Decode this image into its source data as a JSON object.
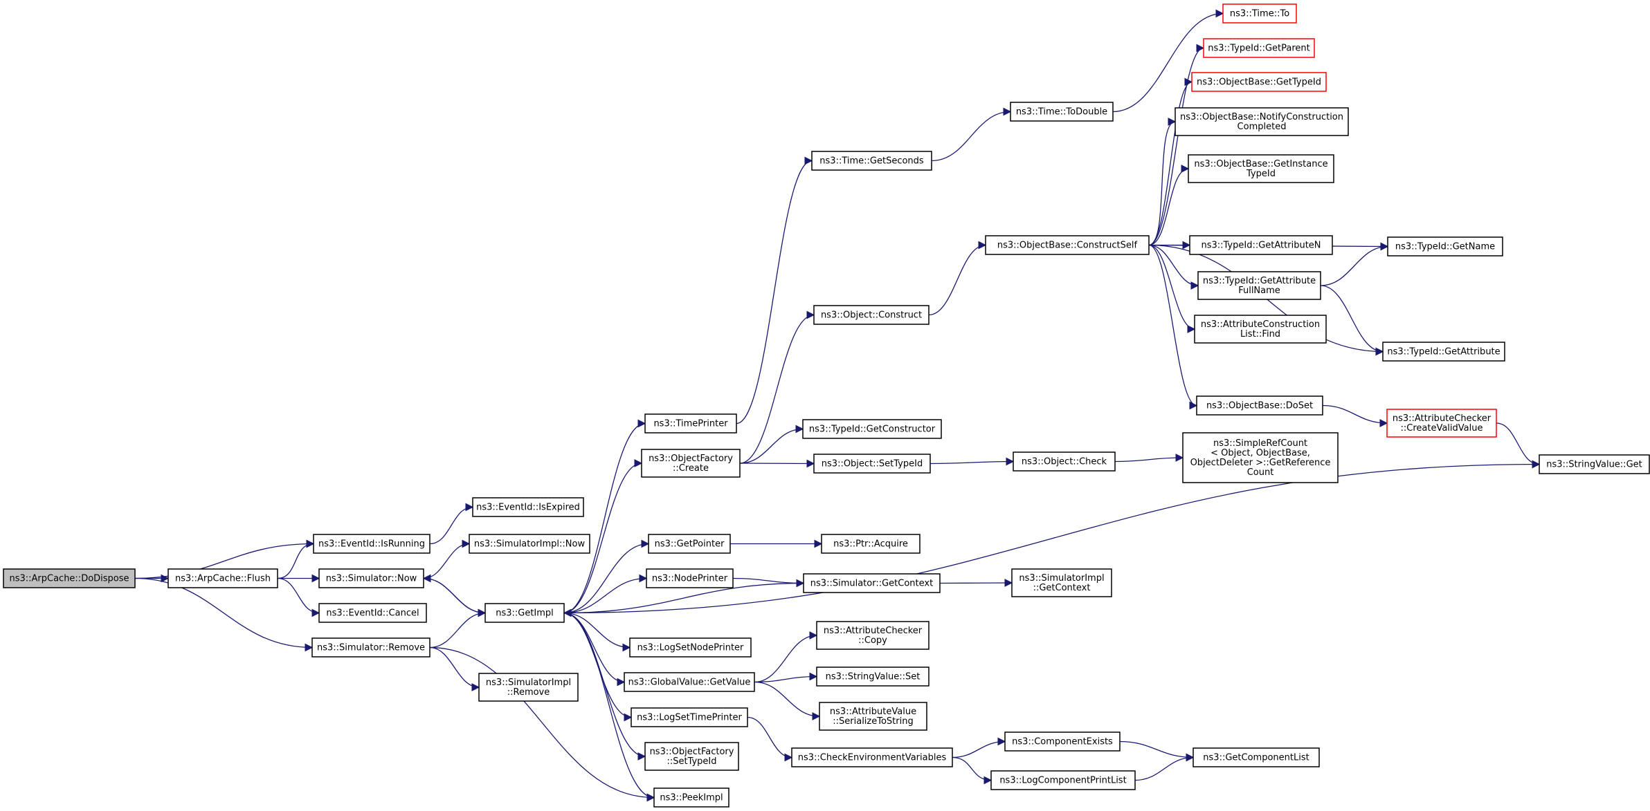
{
  "nodes": [
    {
      "id": "dodispose",
      "lines": [
        "ns3::ArpCache::DoDispose"
      ],
      "root": true
    },
    {
      "id": "flush",
      "lines": [
        "ns3::ArpCache::Flush"
      ]
    },
    {
      "id": "isrunning",
      "lines": [
        "ns3::EventId::IsRunning"
      ]
    },
    {
      "id": "isexpired",
      "lines": [
        "ns3::EventId::IsExpired"
      ]
    },
    {
      "id": "simnow",
      "lines": [
        "ns3::Simulator::Now"
      ]
    },
    {
      "id": "simimplnow",
      "lines": [
        "ns3::SimulatorImpl::Now"
      ]
    },
    {
      "id": "cancel",
      "lines": [
        "ns3::EventId::Cancel"
      ]
    },
    {
      "id": "simremove",
      "lines": [
        "ns3::Simulator::Remove"
      ]
    },
    {
      "id": "simimplremove",
      "lines": [
        "ns3::SimulatorImpl",
        "::Remove"
      ]
    },
    {
      "id": "getimpl",
      "lines": [
        "ns3::GetImpl"
      ]
    },
    {
      "id": "timeprinter",
      "lines": [
        "ns3::TimePrinter"
      ]
    },
    {
      "id": "ofcreate",
      "lines": [
        "ns3::ObjectFactory",
        "::Create"
      ]
    },
    {
      "id": "getpointer",
      "lines": [
        "ns3::GetPointer"
      ]
    },
    {
      "id": "nodeprinter",
      "lines": [
        "ns3::NodePrinter"
      ]
    },
    {
      "id": "logsetnodeprinter",
      "lines": [
        "ns3::LogSetNodePrinter"
      ]
    },
    {
      "id": "gvgetvalue",
      "lines": [
        "ns3::GlobalValue::GetValue"
      ]
    },
    {
      "id": "logsettimeprinter",
      "lines": [
        "ns3::LogSetTimePrinter"
      ]
    },
    {
      "id": "ofsettypeid",
      "lines": [
        "ns3::ObjectFactory",
        "::SetTypeId"
      ]
    },
    {
      "id": "peekimpl",
      "lines": [
        "ns3::PeekImpl"
      ]
    },
    {
      "id": "getseconds",
      "lines": [
        "ns3::Time::GetSeconds"
      ]
    },
    {
      "id": "objconstruct",
      "lines": [
        "ns3::Object::Construct"
      ]
    },
    {
      "id": "getconstructor",
      "lines": [
        "ns3::TypeId::GetConstructor"
      ]
    },
    {
      "id": "objsettypeid",
      "lines": [
        "ns3::Object::SetTypeId"
      ]
    },
    {
      "id": "ptracquire",
      "lines": [
        "ns3::Ptr::Acquire"
      ]
    },
    {
      "id": "simgetcontext",
      "lines": [
        "ns3::Simulator::GetContext"
      ]
    },
    {
      "id": "accopy",
      "lines": [
        "ns3::AttributeChecker",
        "::Copy"
      ]
    },
    {
      "id": "svset",
      "lines": [
        "ns3::StringValue::Set"
      ]
    },
    {
      "id": "avserialize",
      "lines": [
        "ns3::AttributeValue",
        "::SerializeToString"
      ]
    },
    {
      "id": "checkenv",
      "lines": [
        "ns3::CheckEnvironmentVariables"
      ]
    },
    {
      "id": "todouble",
      "lines": [
        "ns3::Time::ToDouble"
      ]
    },
    {
      "id": "constructself",
      "lines": [
        "ns3::ObjectBase::ConstructSelf"
      ]
    },
    {
      "id": "objcheck",
      "lines": [
        "ns3::Object::Check"
      ]
    },
    {
      "id": "simimplgetcontext",
      "lines": [
        "ns3::SimulatorImpl",
        "::GetContext"
      ]
    },
    {
      "id": "componentexists",
      "lines": [
        "ns3::ComponentExists"
      ]
    },
    {
      "id": "logcompprintlist",
      "lines": [
        "ns3::LogComponentPrintList"
      ]
    },
    {
      "id": "timeto",
      "lines": [
        "ns3::Time::To"
      ],
      "red": true
    },
    {
      "id": "getparent",
      "lines": [
        "ns3::TypeId::GetParent"
      ],
      "red": true
    },
    {
      "id": "obgettypeid",
      "lines": [
        "ns3::ObjectBase::GetTypeId"
      ],
      "red": true
    },
    {
      "id": "notifyconstruction",
      "lines": [
        "ns3::ObjectBase::NotifyConstruction",
        "Completed"
      ]
    },
    {
      "id": "getinstancetypeid",
      "lines": [
        "ns3::ObjectBase::GetInstance",
        "TypeId"
      ]
    },
    {
      "id": "getattributen",
      "lines": [
        "ns3::TypeId::GetAttributeN"
      ]
    },
    {
      "id": "getattributefullname",
      "lines": [
        "ns3::TypeId::GetAttribute",
        "FullName"
      ]
    },
    {
      "id": "aclfind",
      "lines": [
        "ns3::AttributeConstruction",
        "List::Find"
      ]
    },
    {
      "id": "obdoset",
      "lines": [
        "ns3::ObjectBase::DoSet"
      ]
    },
    {
      "id": "simplerefcount",
      "lines": [
        "ns3::SimpleRefCount",
        "< Object, ObjectBase,",
        "ObjectDeleter >::GetReference",
        "Count"
      ]
    },
    {
      "id": "getcomponentlist",
      "lines": [
        "ns3::GetComponentList"
      ]
    },
    {
      "id": "typeidgetname",
      "lines": [
        "ns3::TypeId::GetName"
      ]
    },
    {
      "id": "typeidgetattribute",
      "lines": [
        "ns3::TypeId::GetAttribute"
      ]
    },
    {
      "id": "accreatevalid",
      "lines": [
        "ns3::AttributeChecker",
        "::CreateValidValue"
      ],
      "red": true
    },
    {
      "id": "svget",
      "lines": [
        "ns3::StringValue::Get"
      ]
    }
  ],
  "edges": [
    [
      "dodispose",
      "flush"
    ],
    [
      "dodispose",
      "isrunning"
    ],
    [
      "dodispose",
      "simremove"
    ],
    [
      "flush",
      "isrunning"
    ],
    [
      "flush",
      "simnow"
    ],
    [
      "flush",
      "cancel"
    ],
    [
      "isrunning",
      "isexpired"
    ],
    [
      "simnow",
      "simimplnow"
    ],
    [
      "simnow",
      "getimpl"
    ],
    [
      "simremove",
      "getimpl"
    ],
    [
      "simremove",
      "simimplremove"
    ],
    [
      "simremove",
      "peekimpl"
    ],
    [
      "getimpl",
      "simnow"
    ],
    [
      "getimpl",
      "timeprinter"
    ],
    [
      "getimpl",
      "ofcreate"
    ],
    [
      "getimpl",
      "getpointer"
    ],
    [
      "getimpl",
      "nodeprinter"
    ],
    [
      "getimpl",
      "logsetnodeprinter"
    ],
    [
      "getimpl",
      "gvgetvalue"
    ],
    [
      "getimpl",
      "logsettimeprinter"
    ],
    [
      "getimpl",
      "ofsettypeid"
    ],
    [
      "getimpl",
      "peekimpl"
    ],
    [
      "getimpl",
      "svget"
    ],
    [
      "timeprinter",
      "getseconds"
    ],
    [
      "ofcreate",
      "objconstruct"
    ],
    [
      "ofcreate",
      "getconstructor"
    ],
    [
      "ofcreate",
      "objsettypeid"
    ],
    [
      "getpointer",
      "ptracquire"
    ],
    [
      "nodeprinter",
      "simgetcontext"
    ],
    [
      "simgetcontext",
      "getimpl"
    ],
    [
      "simgetcontext",
      "simimplgetcontext"
    ],
    [
      "gvgetvalue",
      "accopy"
    ],
    [
      "gvgetvalue",
      "svset"
    ],
    [
      "gvgetvalue",
      "avserialize"
    ],
    [
      "logsettimeprinter",
      "checkenv"
    ],
    [
      "checkenv",
      "componentexists"
    ],
    [
      "checkenv",
      "logcompprintlist"
    ],
    [
      "componentexists",
      "getcomponentlist"
    ],
    [
      "logcompprintlist",
      "getcomponentlist"
    ],
    [
      "getseconds",
      "todouble"
    ],
    [
      "todouble",
      "timeto"
    ],
    [
      "objconstruct",
      "constructself"
    ],
    [
      "objsettypeid",
      "objcheck"
    ],
    [
      "objcheck",
      "simplerefcount"
    ],
    [
      "constructself",
      "getparent"
    ],
    [
      "constructself",
      "obgettypeid"
    ],
    [
      "constructself",
      "notifyconstruction"
    ],
    [
      "constructself",
      "getinstancetypeid"
    ],
    [
      "constructself",
      "getattributen"
    ],
    [
      "constructself",
      "getattributefullname"
    ],
    [
      "constructself",
      "aclfind"
    ],
    [
      "constructself",
      "obdoset"
    ],
    [
      "constructself",
      "typeidgetname"
    ],
    [
      "constructself",
      "typeidgetattribute"
    ],
    [
      "getattributefullname",
      "typeidgetname"
    ],
    [
      "getattributefullname",
      "typeidgetattribute"
    ],
    [
      "obdoset",
      "accreatevalid"
    ],
    [
      "accreatevalid",
      "svget"
    ]
  ]
}
